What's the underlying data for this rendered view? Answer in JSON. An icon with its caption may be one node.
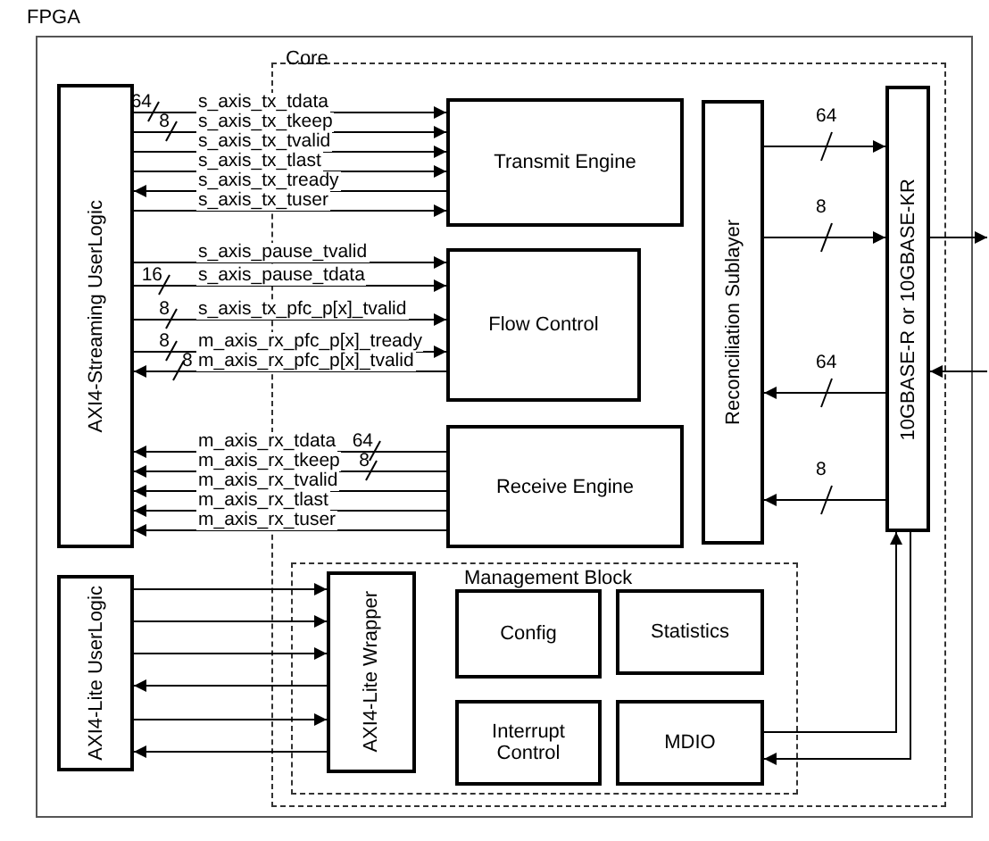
{
  "diagram": {
    "nodes": [
      {
        "text": [
          "FPGA"
        ]
      },
      {
        "text": [
          "Core"
        ],
        "in": 0
      },
      {
        "text": [
          "AXI4-Streaming UserLogic"
        ],
        "in": 0
      },
      {
        "text": [
          "AXI4-Lite UserLogic"
        ],
        "in": 0
      },
      {
        "text": [
          "Transmit Engine"
        ],
        "in": 1
      },
      {
        "text": [
          "Flow Control"
        ],
        "in": 1
      },
      {
        "text": [
          "Receive Engine"
        ],
        "in": 1
      },
      {
        "text": [
          "Reconciliation Sublayer"
        ],
        "in": 1
      },
      {
        "text": [
          "10GBASE-R or 10GBASE-KR"
        ],
        "in": 1
      },
      {
        "text": [
          "Management Block"
        ],
        "in": 1
      },
      {
        "text": [
          "AXI4-Lite Wrapper"
        ],
        "in": 9
      },
      {
        "text": [
          "Config"
        ],
        "in": 9
      },
      {
        "text": [
          "Statistics"
        ],
        "in": 9
      },
      {
        "text": [
          "Interrupt Control"
        ],
        "in": 9
      },
      {
        "text": [
          "MDIO"
        ],
        "in": 9
      }
    ],
    "edges": [
      {
        "from": 2,
        "to": 4,
        "arrow": "to",
        "label": "s_axis_tx_tdata"
      },
      {
        "from": 2,
        "to": 4,
        "arrow": "to",
        "label": "s_axis_tx_tkeep"
      },
      {
        "from": 2,
        "to": 4,
        "arrow": "to",
        "label": "s_axis_tx_tvalid"
      },
      {
        "from": 2,
        "to": 4,
        "arrow": "to",
        "label": "s_axis_tx_tlast"
      },
      {
        "from": 4,
        "to": 2,
        "arrow": "to",
        "label": "s_axis_tx_tready"
      },
      {
        "from": 2,
        "to": 4,
        "arrow": "to",
        "label": "s_axis_tx_tuser"
      },
      {
        "from": 2,
        "to": 5,
        "arrow": "to",
        "label": "s_axis_pause_tvalid"
      },
      {
        "from": 2,
        "to": 5,
        "arrow": "to",
        "label": "s_axis_pause_tdata"
      },
      {
        "from": 2,
        "to": 5,
        "arrow": "to",
        "label": "s_axis_tx_pfc_p[x]_tvalid"
      },
      {
        "from": 2,
        "to": 5,
        "arrow": "to",
        "label": "m_axis_rx_pfc_p[x]_tready"
      },
      {
        "from": 5,
        "to": 2,
        "arrow": "to",
        "label": "m_axis_rx_pfc_p[x]_tvalid"
      },
      {
        "from": 6,
        "to": 2,
        "arrow": "to",
        "label": "m_axis_rx_tdata"
      },
      {
        "from": 6,
        "to": 2,
        "arrow": "to",
        "label": "m_axis_rx_tkeep"
      },
      {
        "from": 6,
        "to": 2,
        "arrow": "to",
        "label": "m_axis_rx_tvalid"
      },
      {
        "from": 6,
        "to": 2,
        "arrow": "to",
        "label": "m_axis_rx_tlast"
      },
      {
        "from": 6,
        "to": 2,
        "arrow": "to",
        "label": "m_axis_rx_tuser"
      },
      {
        "from": 7,
        "to": 8,
        "arrow": "to",
        "label": "64"
      },
      {
        "from": 7,
        "to": 8,
        "arrow": "to",
        "label": "8"
      },
      {
        "from": 8,
        "to": 7,
        "arrow": "to",
        "label": "64"
      },
      {
        "from": 8,
        "to": 7,
        "arrow": "to",
        "label": "8"
      },
      {
        "from": 8,
        "to": null,
        "arrow": "to"
      },
      {
        "from": null,
        "to": 8,
        "arrow": "to"
      },
      {
        "from": 3,
        "to": 10,
        "arrow": "to"
      },
      {
        "from": 3,
        "to": 10,
        "arrow": "to"
      },
      {
        "from": 3,
        "to": 10,
        "arrow": "to"
      },
      {
        "from": 10,
        "to": 3,
        "arrow": "to"
      },
      {
        "from": 3,
        "to": 10,
        "arrow": "to"
      },
      {
        "from": 10,
        "to": 3,
        "arrow": "to"
      },
      {
        "from": 14,
        "to": 8,
        "arrow": "to"
      },
      {
        "from": 8,
        "to": 14,
        "arrow": "to"
      }
    ],
    "labels": [
      "64",
      "8",
      "16",
      "8",
      "8",
      "8",
      "64",
      "8"
    ]
  }
}
